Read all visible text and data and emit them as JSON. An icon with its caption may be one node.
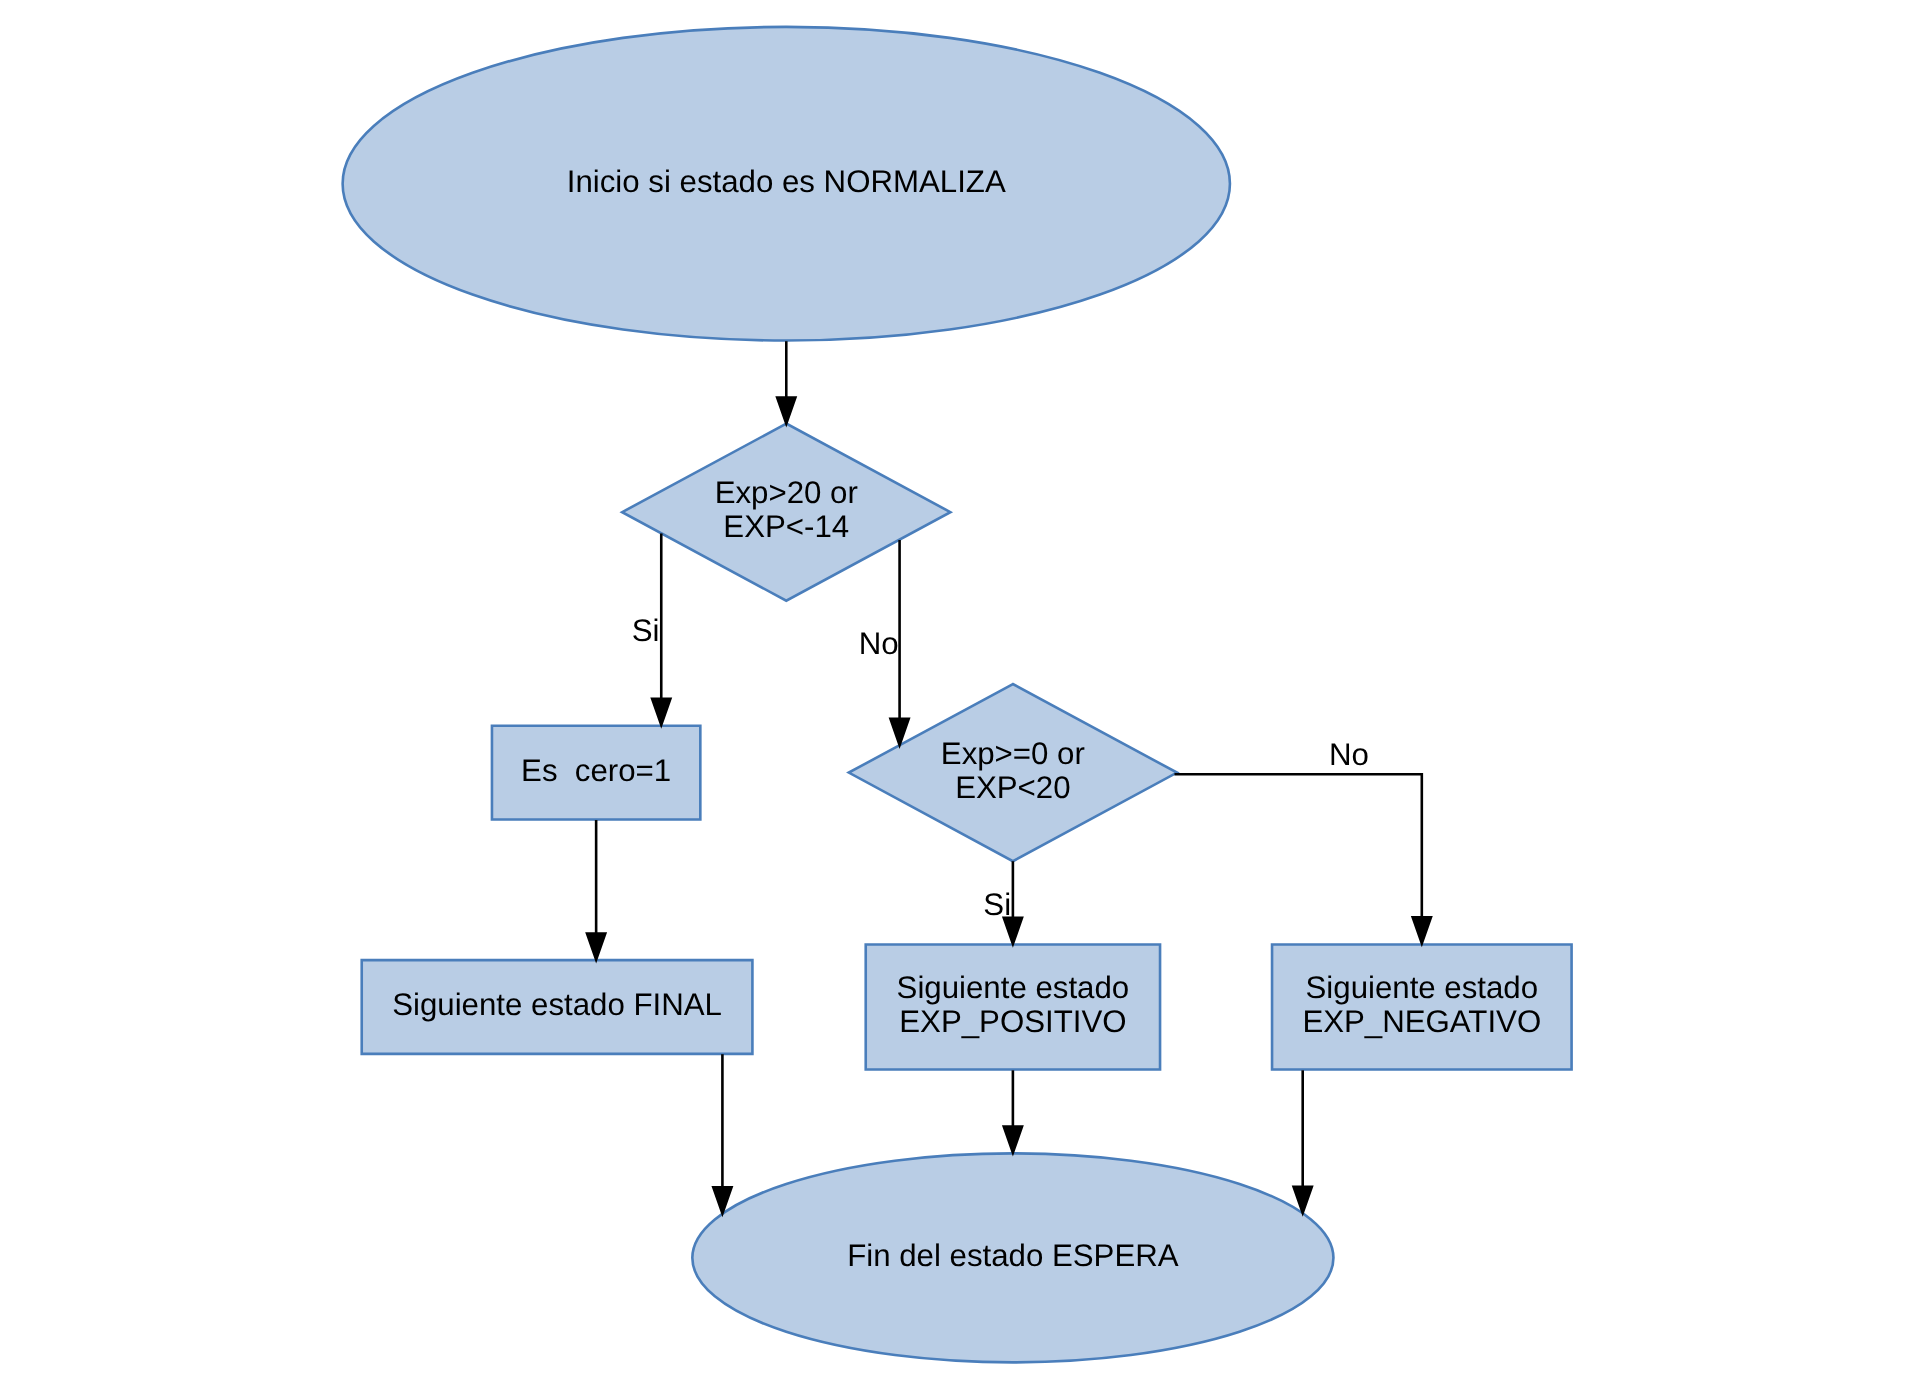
{
  "diagram": {
    "nodes": [
      {
        "text": [
          "Inicio si estado es NORMALIZA"
        ]
      },
      {
        "text": [
          "Exp>20 or EXP<-14"
        ]
      },
      {
        "text": [
          "Es  cero=1"
        ]
      },
      {
        "text": [
          "Siguiente estado FINAL"
        ]
      },
      {
        "text": [
          "Exp>=0 or EXP<20"
        ]
      },
      {
        "text": [
          "Siguiente estado EXP_POSITIVO"
        ]
      },
      {
        "text": [
          "Siguiente estado EXP_NEGATIVO"
        ]
      },
      {
        "text": [
          "Fin del estado ESPERA"
        ]
      }
    ],
    "edges": [
      {
        "from": 0,
        "to": 1,
        "arrow": "to"
      },
      {
        "from": 1,
        "to": 2,
        "arrow": "to",
        "label": "Si"
      },
      {
        "from": 1,
        "to": 4,
        "arrow": "to",
        "label": "No"
      },
      {
        "from": 2,
        "to": 3,
        "arrow": "to"
      },
      {
        "from": 4,
        "to": 5,
        "arrow": "to",
        "label": "Si"
      },
      {
        "from": 4,
        "to": 6,
        "arrow": "to",
        "label": "No"
      },
      {
        "from": 3,
        "to": 7,
        "arrow": "to"
      },
      {
        "from": 5,
        "to": 7,
        "arrow": "to"
      },
      {
        "from": 6,
        "to": 7,
        "arrow": "to"
      }
    ]
  }
}
